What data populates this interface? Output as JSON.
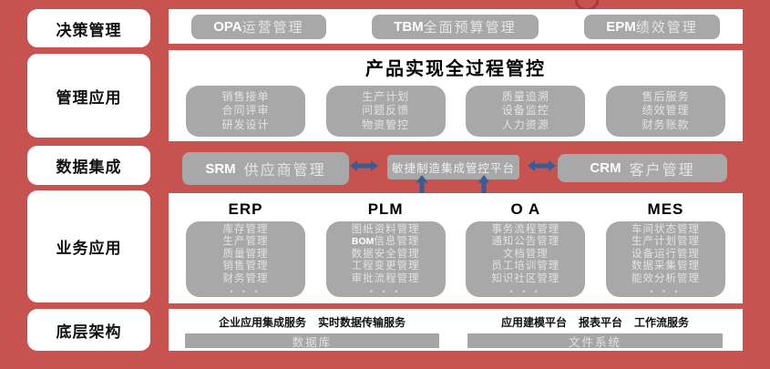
{
  "colors": {
    "background": "#C65350",
    "panel": "#FFFFFF",
    "box_gray": "#A8A8A8",
    "box_text": "#E6E6E6",
    "acronym_text": "#FFFFFF",
    "heading_text": "#111111",
    "arrow_blue": "#375E94"
  },
  "sidebar": {
    "items": [
      "决策管理",
      "管理应用",
      "数据集成",
      "业务应用",
      "底层架构"
    ]
  },
  "rows": {
    "decision": {
      "items": [
        {
          "acronym": "OPA",
          "text": "运营管理"
        },
        {
          "acronym": "TBM",
          "text": "全面预算管理"
        },
        {
          "acronym": "EPM",
          "text": "绩效管理"
        }
      ]
    },
    "management": {
      "title": "产品实现全过程管控",
      "groups": [
        [
          "销售接单",
          "合同评审",
          "研发设计"
        ],
        [
          "生产计划",
          "问题反馈",
          "物资管控"
        ],
        [
          "质量追溯",
          "设备监控",
          "人力资源"
        ],
        [
          "售后服务",
          "绩效管理",
          "财务账款"
        ]
      ]
    },
    "integration": {
      "srm": {
        "acronym": "SRM",
        "text": "供应商管理"
      },
      "hub": "敏捷制造集成管控平台",
      "crm": {
        "acronym": "CRM",
        "text": "客户管理"
      }
    },
    "business": {
      "ellipsis": "• • •",
      "columns": [
        {
          "header": "ERP",
          "items": [
            {
              "b": "",
              "t": "库存管理"
            },
            {
              "b": "",
              "t": "生产管理"
            },
            {
              "b": "",
              "t": "质量管理"
            },
            {
              "b": "",
              "t": "销售管理"
            },
            {
              "b": "",
              "t": "财务管理"
            }
          ]
        },
        {
          "header": "PLM",
          "items": [
            {
              "b": "",
              "t": "图纸资料管理"
            },
            {
              "b": "BOM",
              "t": "信息管理"
            },
            {
              "b": "",
              "t": "数据安全管理"
            },
            {
              "b": "",
              "t": "工程变更管理"
            },
            {
              "b": "",
              "t": "审批流程管理"
            }
          ]
        },
        {
          "header": "O A",
          "items": [
            {
              "b": "",
              "t": "事务流程管理"
            },
            {
              "b": "",
              "t": "通知公告管理"
            },
            {
              "b": "",
              "t": "文档管理"
            },
            {
              "b": "",
              "t": "员工培训管理"
            },
            {
              "b": "",
              "t": "知识社区管理"
            }
          ]
        },
        {
          "header": "MES",
          "items": [
            {
              "b": "",
              "t": "车间状态管理"
            },
            {
              "b": "",
              "t": "生产计划管理"
            },
            {
              "b": "",
              "t": "设备运行管理"
            },
            {
              "b": "",
              "t": "数据采集管理"
            },
            {
              "b": "",
              "t": "能效分析管理"
            }
          ]
        }
      ]
    },
    "foundation": {
      "groups": [
        {
          "services": [
            "企业应用集成服务",
            "实时数据传输服务"
          ],
          "bar": "数据库"
        },
        {
          "services": [
            "应用建模平台",
            "报表平台",
            "工作流服务"
          ],
          "bar": "文件系统"
        }
      ]
    }
  }
}
